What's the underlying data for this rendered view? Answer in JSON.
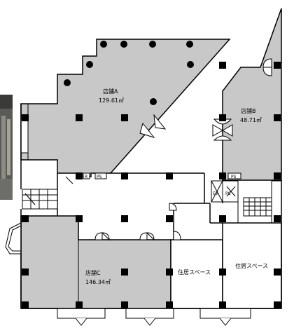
{
  "units": {
    "store_a": {
      "name": "店舗A",
      "area": "129.61㎡"
    },
    "store_b": {
      "name": "店舗B",
      "area": "48.71㎡"
    },
    "store_c": {
      "name": "店舗C",
      "area": "146.34㎡"
    },
    "residence_1": {
      "name": "住居スペース"
    },
    "residence_2": {
      "name": "住居スペース"
    }
  },
  "labels": {
    "ps_1": "PS",
    "ps_2": "PS",
    "ps_3": "PS",
    "ev": "EV",
    "r_mark": "R"
  },
  "colors": {
    "store_fill": "#c8c8c8",
    "wall": "#000000",
    "photo_dark": "#4a4a48",
    "photo_light": "#9a9a92"
  }
}
